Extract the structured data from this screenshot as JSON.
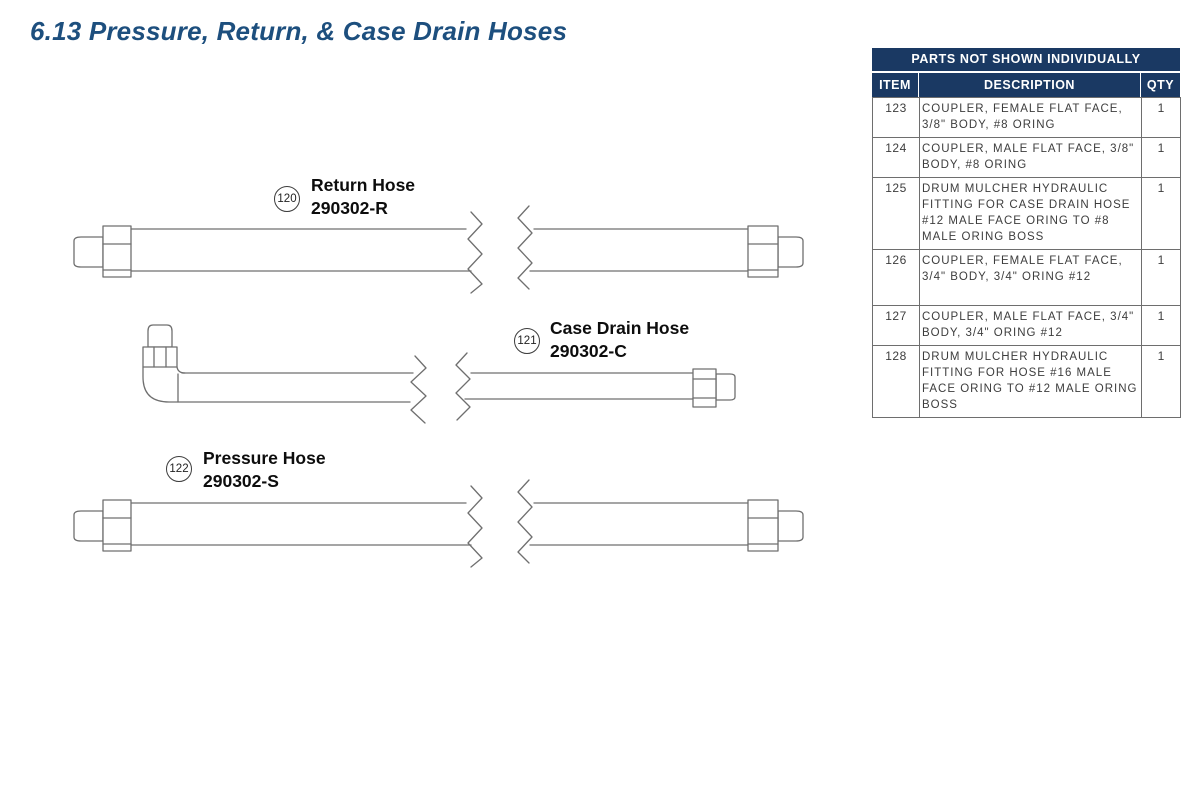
{
  "page": {
    "title": "6.13 Pressure, Return, & Case Drain Hoses"
  },
  "colors": {
    "heading_blue": "#1D4F7E",
    "table_navy": "#1A3963",
    "line_gray": "#6f6f6f"
  },
  "callouts": [
    {
      "id": "120",
      "name": "Return Hose",
      "part": "290302-R"
    },
    {
      "id": "121",
      "name": "Case Drain Hose",
      "part": "290302-C"
    },
    {
      "id": "122",
      "name": "Pressure Hose",
      "part": "290302-S"
    }
  ],
  "table": {
    "title": "PARTS NOT SHOWN INDIVIDUALLY",
    "columns": {
      "item": "ITEM",
      "description": "DESCRIPTION",
      "qty": "QTY"
    },
    "rows": [
      {
        "item": "123",
        "description": "COUPLER, FEMALE FLAT FACE, 3/8\" BODY, #8 ORING",
        "qty": "1"
      },
      {
        "item": "124",
        "description": "COUPLER, MALE FLAT FACE, 3/8\" BODY, #8 ORING",
        "qty": "1"
      },
      {
        "item": "125",
        "description": "DRUM MULCHER HYDRAULIC FITTING FOR CASE DRAIN HOSE #12 MALE FACE ORING TO #8 MALE ORING BOSS",
        "qty": "1"
      },
      {
        "item": "126",
        "description": "COUPLER, FEMALE FLAT FACE, 3/4\" BODY, 3/4\" ORING #12",
        "qty": "1"
      },
      {
        "item": "127",
        "description": "COUPLER, MALE FLAT FACE, 3/4\" BODY, 3/4\" ORING #12",
        "qty": "1"
      },
      {
        "item": "128",
        "description": "DRUM MULCHER HYDRAULIC FITTING FOR HOSE #16 MALE FACE ORING TO #12 MALE ORING BOSS",
        "qty": "1"
      }
    ]
  }
}
